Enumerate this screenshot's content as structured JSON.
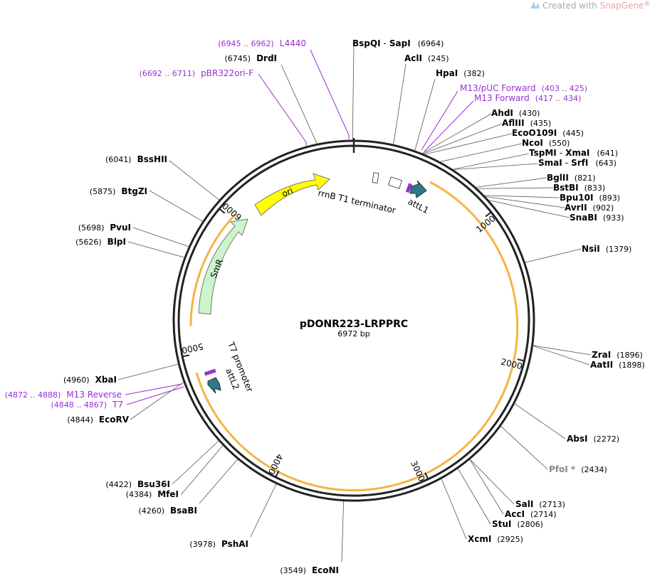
{
  "watermark": {
    "prefix": "Created with ",
    "brand": "SnapGene",
    "mark": "®"
  },
  "plasmid": {
    "name": "pDONR223-LRPPRC",
    "length_label": "6972 bp",
    "length": 6972
  },
  "ticks": [
    {
      "pos": 1000,
      "label": "1000"
    },
    {
      "pos": 2000,
      "label": "2000"
    },
    {
      "pos": 3000,
      "label": "3000"
    },
    {
      "pos": 4000,
      "label": "4000"
    },
    {
      "pos": 5000,
      "label": "5000"
    },
    {
      "pos": 6000,
      "label": "6000"
    }
  ],
  "enzymes": [
    {
      "name": "BspQI",
      "name2": "SapI",
      "pos_label": "(6964)",
      "pos": 6964
    },
    {
      "name": "AclI",
      "pos_label": "(245)",
      "pos": 245
    },
    {
      "name": "HpaI",
      "pos_label": "(382)",
      "pos": 382
    },
    {
      "name": "AhdI",
      "pos_label": "(430)",
      "pos": 430
    },
    {
      "name": "AflIII",
      "pos_label": "(435)",
      "pos": 435
    },
    {
      "name": "EcoO109I",
      "pos_label": "(445)",
      "pos": 445
    },
    {
      "name": "NcoI",
      "pos_label": "(550)",
      "pos": 550
    },
    {
      "name": "TspMI",
      "name2": "XmaI",
      "pos_label": "(641)",
      "pos": 641
    },
    {
      "name": "SmaI",
      "name2": "SrfI",
      "pos_label": "(643)",
      "pos": 643
    },
    {
      "name": "BglII",
      "pos_label": "(821)",
      "pos": 821
    },
    {
      "name": "BstBI",
      "pos_label": "(833)",
      "pos": 833
    },
    {
      "name": "Bpu10I",
      "pos_label": "(893)",
      "pos": 893
    },
    {
      "name": "AvrII",
      "pos_label": "(902)",
      "pos": 902
    },
    {
      "name": "SnaBI",
      "pos_label": "(933)",
      "pos": 933
    },
    {
      "name": "NsiI",
      "pos_label": "(1379)",
      "pos": 1379
    },
    {
      "name": "ZraI",
      "pos_label": "(1896)",
      "pos": 1896
    },
    {
      "name": "AatII",
      "pos_label": "(1898)",
      "pos": 1898
    },
    {
      "name": "AbsI",
      "pos_label": "(2272)",
      "pos": 2272
    },
    {
      "name": "PfoI *",
      "pos_label": "(2434)",
      "pos": 2434,
      "gray": true
    },
    {
      "name": "SalI",
      "pos_label": "(2713)",
      "pos": 2713
    },
    {
      "name": "AccI",
      "pos_label": "(2714)",
      "pos": 2714
    },
    {
      "name": "StuI",
      "pos_label": "(2806)",
      "pos": 2806
    },
    {
      "name": "XcmI",
      "pos_label": "(2925)",
      "pos": 2925
    },
    {
      "name": "EcoNI",
      "pos_label": "(3549)",
      "pos": 3549
    },
    {
      "name": "PshAI",
      "pos_label": "(3978)",
      "pos": 3978
    },
    {
      "name": "BsaBI",
      "pos_label": "(4260)",
      "pos": 4260
    },
    {
      "name": "MfeI",
      "pos_label": "(4384)",
      "pos": 4384
    },
    {
      "name": "Bsu36I",
      "pos_label": "(4422)",
      "pos": 4422
    },
    {
      "name": "EcoRV",
      "pos_label": "(4844)",
      "pos": 4844
    },
    {
      "name": "XbaI",
      "pos_label": "(4960)",
      "pos": 4960
    },
    {
      "name": "BlpI",
      "pos_label": "(5626)",
      "pos": 5626
    },
    {
      "name": "PvuI",
      "pos_label": "(5698)",
      "pos": 5698
    },
    {
      "name": "BtgZI",
      "pos_label": "(5875)",
      "pos": 5875
    },
    {
      "name": "BssHII",
      "pos_label": "(6041)",
      "pos": 6041
    },
    {
      "name": "DrdI",
      "pos_label": "(6745)",
      "pos": 6745
    }
  ],
  "primers": [
    {
      "name": "L4440",
      "range": "(6945 .. 6962)",
      "pos": 6953
    },
    {
      "name": "pBR322ori-F",
      "range": "(6692 .. 6711)",
      "pos": 6701
    },
    {
      "name": "M13/pUC Forward",
      "range": "(403 .. 425)",
      "pos": 414
    },
    {
      "name": "M13 Forward",
      "range": "(417 .. 434)",
      "pos": 425
    },
    {
      "name": "M13 Reverse",
      "range": "(4872 .. 4888)",
      "pos": 4880
    },
    {
      "name": "T7",
      "range": "(4848 .. 4867)",
      "pos": 4857
    }
  ],
  "features": {
    "ori": "ori",
    "smr": "SmR",
    "rrnb": "rrnB T1 terminator",
    "attl1": "attL1",
    "t7promoter": "T7 promoter",
    "attl2": "attL2"
  },
  "colors": {
    "ori": "#ffff00",
    "smr": "#ccf5cc",
    "att": "#2a7a8a",
    "insert": "#f5a623",
    "primer": "#9a2fd1",
    "backbone": "#222222"
  }
}
